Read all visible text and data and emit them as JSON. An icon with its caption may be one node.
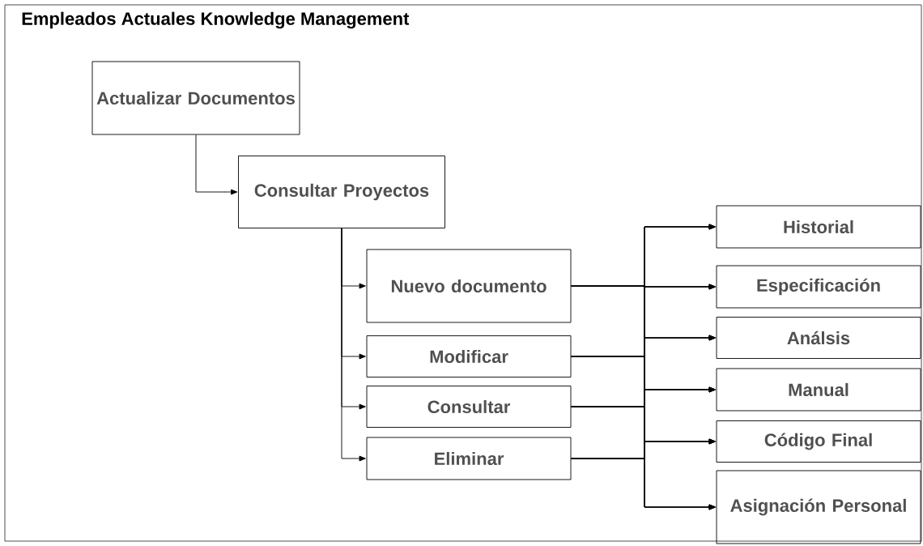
{
  "diagram": {
    "title": "Empleados Actuales Knowledge Management",
    "nodes": [
      {
        "text": [
          "Actualizar Documentos"
        ]
      },
      {
        "text": [
          "Consultar Proyectos"
        ]
      },
      {
        "text": [
          "Nuevo documento"
        ]
      },
      {
        "text": [
          "Modificar"
        ]
      },
      {
        "text": [
          "Consultar"
        ]
      },
      {
        "text": [
          "Eliminar"
        ]
      },
      {
        "text": [
          "Historial"
        ]
      },
      {
        "text": [
          "Especificación"
        ]
      },
      {
        "text": [
          "Análsis"
        ]
      },
      {
        "text": [
          "Manual"
        ]
      },
      {
        "text": [
          "Código Final"
        ]
      },
      {
        "text": [
          "Asignación Personal"
        ]
      }
    ],
    "edges": [
      {
        "from": 0,
        "to": 1,
        "arrow": "to"
      },
      {
        "from": 1,
        "to": 2,
        "arrow": "to"
      },
      {
        "from": 1,
        "to": 3,
        "arrow": "to"
      },
      {
        "from": 1,
        "to": 4,
        "arrow": "to"
      },
      {
        "from": 1,
        "to": 5,
        "arrow": "to"
      },
      {
        "from": 2,
        "to": 6,
        "arrow": "to"
      },
      {
        "from": 2,
        "to": 7,
        "arrow": "to"
      },
      {
        "from": 2,
        "to": 8,
        "arrow": "to"
      },
      {
        "from": 2,
        "to": 9,
        "arrow": "to"
      },
      {
        "from": 2,
        "to": 10,
        "arrow": "to"
      },
      {
        "from": 2,
        "to": 11,
        "arrow": "to"
      },
      {
        "from": 3,
        "to": 6,
        "arrow": "to"
      },
      {
        "from": 3,
        "to": 7,
        "arrow": "to"
      },
      {
        "from": 3,
        "to": 8,
        "arrow": "to"
      },
      {
        "from": 3,
        "to": 9,
        "arrow": "to"
      },
      {
        "from": 3,
        "to": 10,
        "arrow": "to"
      },
      {
        "from": 3,
        "to": 11,
        "arrow": "to"
      },
      {
        "from": 4,
        "to": 6,
        "arrow": "to"
      },
      {
        "from": 4,
        "to": 7,
        "arrow": "to"
      },
      {
        "from": 4,
        "to": 8,
        "arrow": "to"
      },
      {
        "from": 4,
        "to": 9,
        "arrow": "to"
      },
      {
        "from": 4,
        "to": 10,
        "arrow": "to"
      },
      {
        "from": 4,
        "to": 11,
        "arrow": "to"
      },
      {
        "from": 5,
        "to": 6,
        "arrow": "to"
      },
      {
        "from": 5,
        "to": 7,
        "arrow": "to"
      },
      {
        "from": 5,
        "to": 8,
        "arrow": "to"
      },
      {
        "from": 5,
        "to": 9,
        "arrow": "to"
      },
      {
        "from": 5,
        "to": 10,
        "arrow": "to"
      },
      {
        "from": 5,
        "to": 11,
        "arrow": "to"
      }
    ]
  }
}
